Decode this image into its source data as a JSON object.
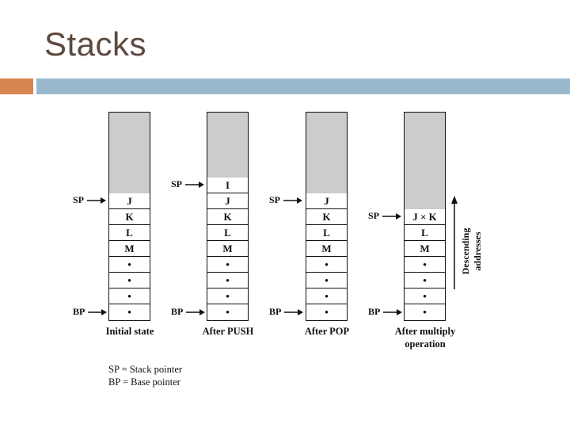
{
  "title": "Stacks",
  "colors": {
    "orange": "#d9854f",
    "blue": "#9ab8cc",
    "shade": "#cccccc"
  },
  "stacks": [
    {
      "caption": "Initial state",
      "cells": [
        "J",
        "K",
        "L",
        "M",
        "•",
        "•",
        "•",
        "•"
      ],
      "sp_label": "SP",
      "bp_label": "BP"
    },
    {
      "caption": "After PUSH",
      "cells": [
        "I",
        "J",
        "K",
        "L",
        "M",
        "•",
        "•",
        "•",
        "•"
      ],
      "sp_label": "SP",
      "bp_label": "BP"
    },
    {
      "caption": "After POP",
      "cells": [
        "J",
        "K",
        "L",
        "M",
        "•",
        "•",
        "•",
        "•"
      ],
      "sp_label": "SP",
      "bp_label": "BP"
    },
    {
      "caption_line1": "After multiply",
      "caption_line2": "operation",
      "cells": [
        "J × K",
        "L",
        "M",
        "•",
        "•",
        "•",
        "•"
      ],
      "sp_label": "SP",
      "bp_label": "BP"
    }
  ],
  "direction_label": "Descending addresses",
  "legend": {
    "sp": "SP = Stack pointer",
    "bp": "BP = Base pointer"
  }
}
